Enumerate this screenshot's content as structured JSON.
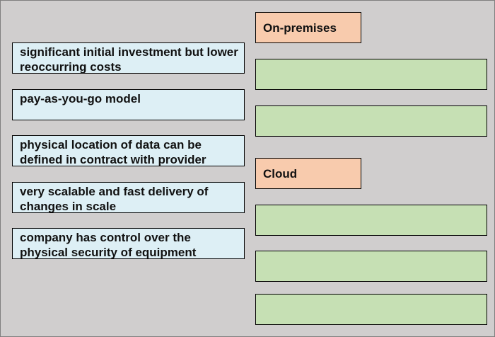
{
  "options": [
    {
      "label": "significant initial investment but lower reoccurring costs"
    },
    {
      "label": "pay-as-you-go model"
    },
    {
      "label": "physical location of data can be defined in contract with provider"
    },
    {
      "label": "very scalable and fast delivery of changes in scale"
    },
    {
      "label": "company has control over the physical security of equipment"
    }
  ],
  "categories": [
    {
      "label": "On-premises"
    },
    {
      "label": "Cloud"
    }
  ],
  "colors": {
    "background": "#d0cece",
    "option_fill": "#ddeff5",
    "header_fill": "#f8cbad",
    "target_fill": "#c6e0b4"
  }
}
